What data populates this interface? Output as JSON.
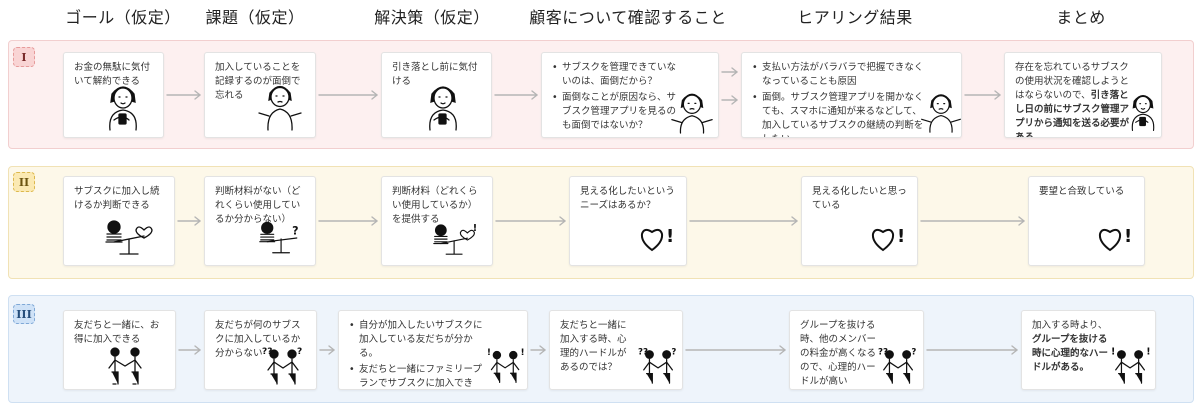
{
  "headers": [
    {
      "label": "ゴール（仮定）"
    },
    {
      "label": "課題（仮定）"
    },
    {
      "label": "解決策（仮定）"
    },
    {
      "label": "顧客について確認すること"
    },
    {
      "label": "ヒアリング結果"
    },
    {
      "label": "まとめ"
    }
  ],
  "rows": [
    {
      "badge": "I",
      "goal": "お金の無駄に気付いて解約できる",
      "problem": "加入していることを記録するのが面倒で忘れる",
      "solution": "引き落とし前に気付ける",
      "check_items": [
        "サブスクを管理できていないのは、面倒だから？",
        "面倒なことが原因なら、サブスク管理アプリを見るのも面倒ではないか？"
      ],
      "hearing_items": [
        "支払い方法がバラバラで把握できなくなっていることも原因",
        "面倒。サブスク管理アプリを開かなくても、スマホに通知が来るなどして、加入しているサブスクの継続の判断をしたい"
      ],
      "summary_plain": "存在を忘れているサブスクの使用状況を確認しようとはならないので、",
      "summary_bold": "引き落とし日の前にサブスク管理アプリから通知を送る必要がある"
    },
    {
      "badge": "II",
      "goal": "サブスクに加入し続けるか判断できる",
      "problem": "判断材料がない（どれくらい使用しているか分からない）",
      "solution": "判断材料（どれくらい使用しているか）を提供する",
      "check": "見える化したいというニーズはあるか？",
      "hearing": "見える化したいと思っている",
      "summary": "要望と合致している"
    },
    {
      "badge": "III",
      "goal": "友だちと一緒に、お得に加入できる",
      "problem": "友だちが何のサブスクに加入しているか分からない",
      "solution_items": [
        "自分が加入したいサブスクに加入している友だちが分かる。",
        "友だちと一緒にファミリープランでサブスクに加入できる。"
      ],
      "check": "友だちと一緒に加入する時、心理的ハードルがあるのでは？",
      "hearing": "グループを抜ける時、他のメンバーの料金が高くなるので、心理的ハードルが高い",
      "summary_plain": "加入する時より、",
      "summary_bold": "グループを抜ける時に心理的なハードルがある。"
    }
  ],
  "marks": {
    "exclaim": "!",
    "question": "?",
    "double_question": "??"
  },
  "colors": {
    "row1_bg": "#fdf0f0",
    "row2_bg": "#fdf8e9",
    "row3_bg": "#eef4fb",
    "arrow": "#b5b5b5"
  }
}
